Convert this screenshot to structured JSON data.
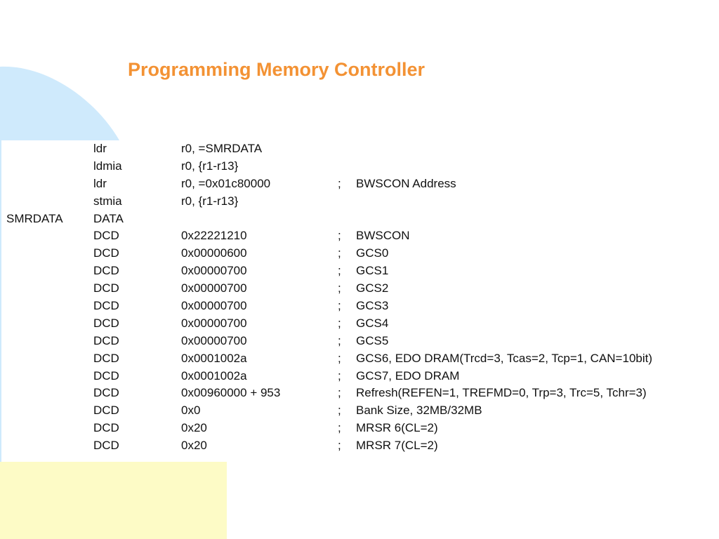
{
  "slide": {
    "title": "Programming Memory Controller"
  },
  "colors": {
    "title": "#f39234",
    "decor_blue": "#cfeafc",
    "decor_yellow": "#fdfbc6",
    "text": "#111111"
  },
  "code": {
    "rows": [
      {
        "label": "",
        "op": "ldr",
        "operand": "r0, =SMRDATA",
        "sep": "",
        "comment": ""
      },
      {
        "label": "",
        "op": "ldmia",
        "operand": "r0, {r1-r13}",
        "sep": "",
        "comment": ""
      },
      {
        "label": "",
        "op": "ldr",
        "operand": "r0, =0x01c80000",
        "sep": ";",
        "comment": "BWSCON Address"
      },
      {
        "label": "",
        "op": "stmia",
        "operand": "r0, {r1-r13}",
        "sep": "",
        "comment": ""
      },
      {
        "label": "SMRDATA",
        "op": "DATA",
        "operand": "",
        "sep": "",
        "comment": ""
      },
      {
        "label": "",
        "op": "DCD",
        "operand": "0x22221210",
        "sep": ";",
        "comment": "BWSCON"
      },
      {
        "label": "",
        "op": "DCD",
        "operand": "0x00000600",
        "sep": ";",
        "comment": "GCS0"
      },
      {
        "label": "",
        "op": "DCD",
        "operand": "0x00000700",
        "sep": ";",
        "comment": "GCS1"
      },
      {
        "label": "",
        "op": "DCD",
        "operand": "0x00000700",
        "sep": ";",
        "comment": "GCS2"
      },
      {
        "label": "",
        "op": "DCD",
        "operand": "0x00000700",
        "sep": ";",
        "comment": "GCS3"
      },
      {
        "label": "",
        "op": "DCD",
        "operand": "0x00000700",
        "sep": ";",
        "comment": "GCS4"
      },
      {
        "label": "",
        "op": "DCD",
        "operand": "0x00000700",
        "sep": ";",
        "comment": "GCS5"
      },
      {
        "label": "",
        "op": "DCD",
        "operand": "0x0001002a",
        "sep": ";",
        "comment": "GCS6, EDO DRAM(Trcd=3, Tcas=2, Tcp=1, CAN=10bit)"
      },
      {
        "label": "",
        "op": "DCD",
        "operand": "0x0001002a",
        "sep": ";",
        "comment": "GCS7, EDO DRAM"
      },
      {
        "label": "",
        "op": "DCD",
        "operand": "0x00960000 + 953",
        "sep": ";",
        "comment": "Refresh(REFEN=1, TREFMD=0, Trp=3, Trc=5, Tchr=3)"
      },
      {
        "label": "",
        "op": "DCD",
        "operand": "0x0",
        "sep": ";",
        "comment": "Bank Size, 32MB/32MB"
      },
      {
        "label": "",
        "op": "DCD",
        "operand": "0x20",
        "sep": ";",
        "comment": "MRSR 6(CL=2)"
      },
      {
        "label": "",
        "op": "DCD",
        "operand": "0x20",
        "sep": ";",
        "comment": "MRSR 7(CL=2)"
      }
    ]
  }
}
